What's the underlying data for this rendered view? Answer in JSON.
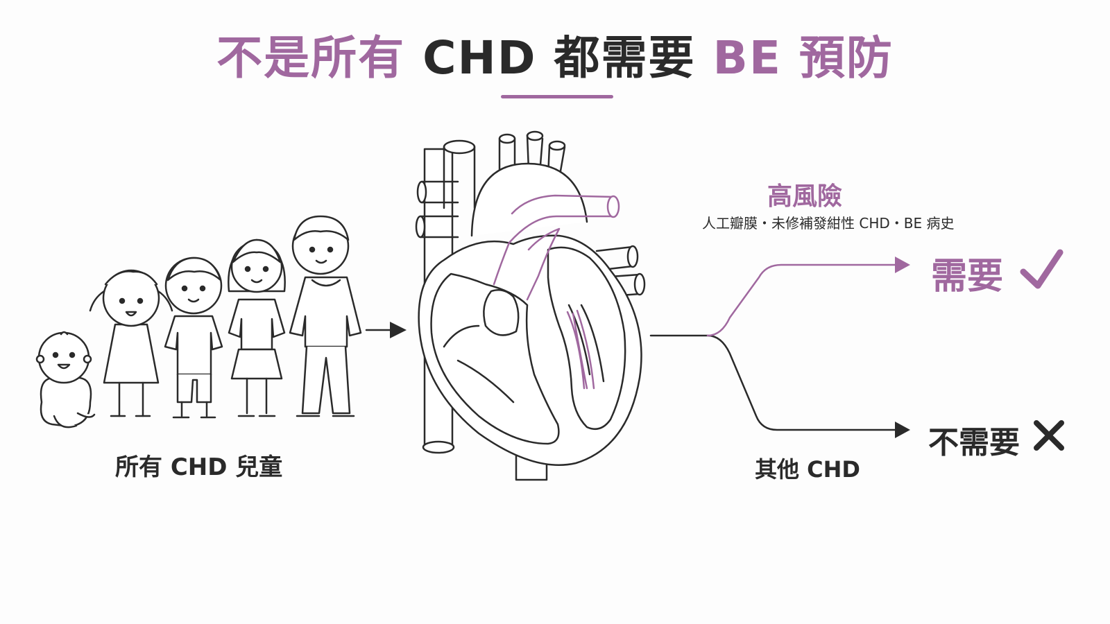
{
  "title": {
    "part1": "不是所有",
    "part2": "CHD 都需要",
    "part3": "BE 預防"
  },
  "left_label": "所有 CHD 兒童",
  "high_risk": {
    "heading": "高風險",
    "criteria": "人工瓣膜・未修補發紺性 CHD・BE 病史",
    "outcome": "需要",
    "outcome_icon": "check-icon"
  },
  "other": {
    "label": "其他 CHD",
    "outcome": "不需要",
    "outcome_icon": "x-icon"
  },
  "colors": {
    "accent": "#a0689f",
    "ink": "#2a2a2a"
  }
}
